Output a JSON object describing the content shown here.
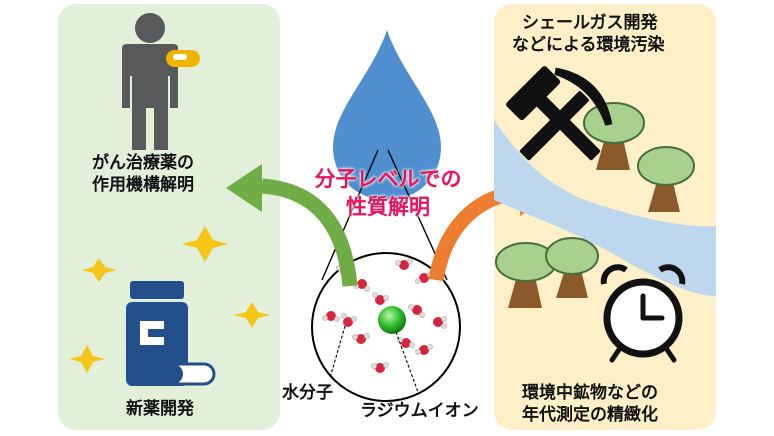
{
  "left_panel": {
    "top_label_line1": "がん治療薬の",
    "top_label_line2": "作用機構解明",
    "bottom_label": "新薬開発"
  },
  "right_panel": {
    "top_label_line1": "シェールガス開発",
    "top_label_line2": "などによる環境汚染",
    "bottom_label_line1": "環境中鉱物などの",
    "bottom_label_line2": "年代測定の精緻化"
  },
  "center": {
    "title_line1": "分子レベルでの",
    "title_line2": "性質解明",
    "water_label": "水分子",
    "ion_label": "ラジウムイオン"
  },
  "colors": {
    "left_panel_bg": "#e2efd9",
    "right_panel_bg": "#fdf0c8",
    "title_color": "#e8155a",
    "green_arrow": "#70ad47",
    "orange_arrow": "#ed7d31",
    "water_drop": "#4f8fd0"
  }
}
